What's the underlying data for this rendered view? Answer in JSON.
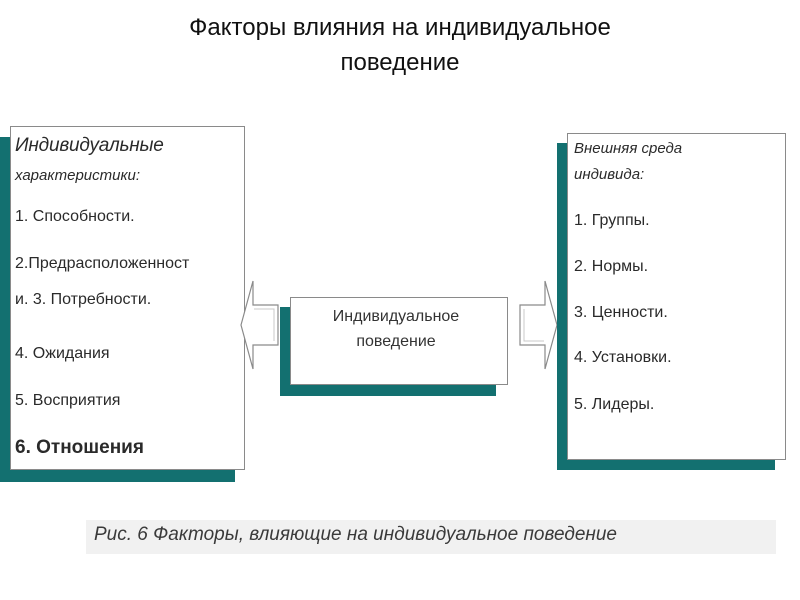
{
  "title": {
    "line1": "Факторы влияния на индивидуальное",
    "line2": "поведение"
  },
  "left_box": {
    "title": "Индивидуальные",
    "subtitle": "характеристики:",
    "items": [
      "1. Способности.",
      "2.Предрасположенност",
      "и.  3. Потребности.",
      "4. Ожидания",
      "5. Восприятия"
    ],
    "last_item": "6. Отношения"
  },
  "center_box": {
    "line1": "Индивидуальное",
    "line2": "поведение"
  },
  "right_box": {
    "title_line1": "Внешняя среда",
    "title_line2": "индивида:",
    "items": [
      "1. Группы.",
      "2. Нормы.",
      "3. Ценности.",
      "4. Установки.",
      "5.  Лидеры."
    ]
  },
  "caption": "Рис. 6 Факторы, влияющие на индивидуальное поведение",
  "colors": {
    "shadow": "#137070",
    "border": "#8a8a8a",
    "caption_bg": "#f1f1f1"
  }
}
